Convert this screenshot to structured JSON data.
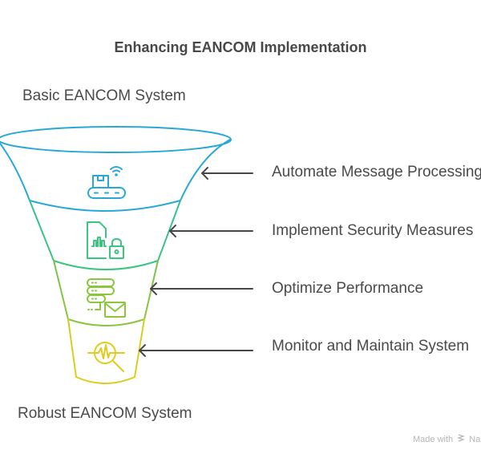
{
  "diagram": {
    "title": "Enhancing EANCOM Implementation",
    "top_label": "Basic EANCOM System",
    "bottom_label": "Robust EANCOM System",
    "type": "funnel",
    "stages": [
      {
        "label": "Automate Message Processing",
        "icon": "conveyor-belt-wifi-icon",
        "color": "#29a8d8"
      },
      {
        "label": "Implement Security Measures",
        "icon": "secure-document-chart-icon",
        "color": "#3cc57e"
      },
      {
        "label": "Optimize Performance",
        "icon": "server-stack-mail-icon",
        "color": "#8cc63e"
      },
      {
        "label": "Monitor and Maintain System",
        "icon": "magnifier-pulse-icon",
        "color": "#e0cc1e"
      }
    ],
    "arrow_color": "#474747"
  },
  "watermark": {
    "text_prefix": "Made with",
    "text_brand": "Napkin"
  }
}
